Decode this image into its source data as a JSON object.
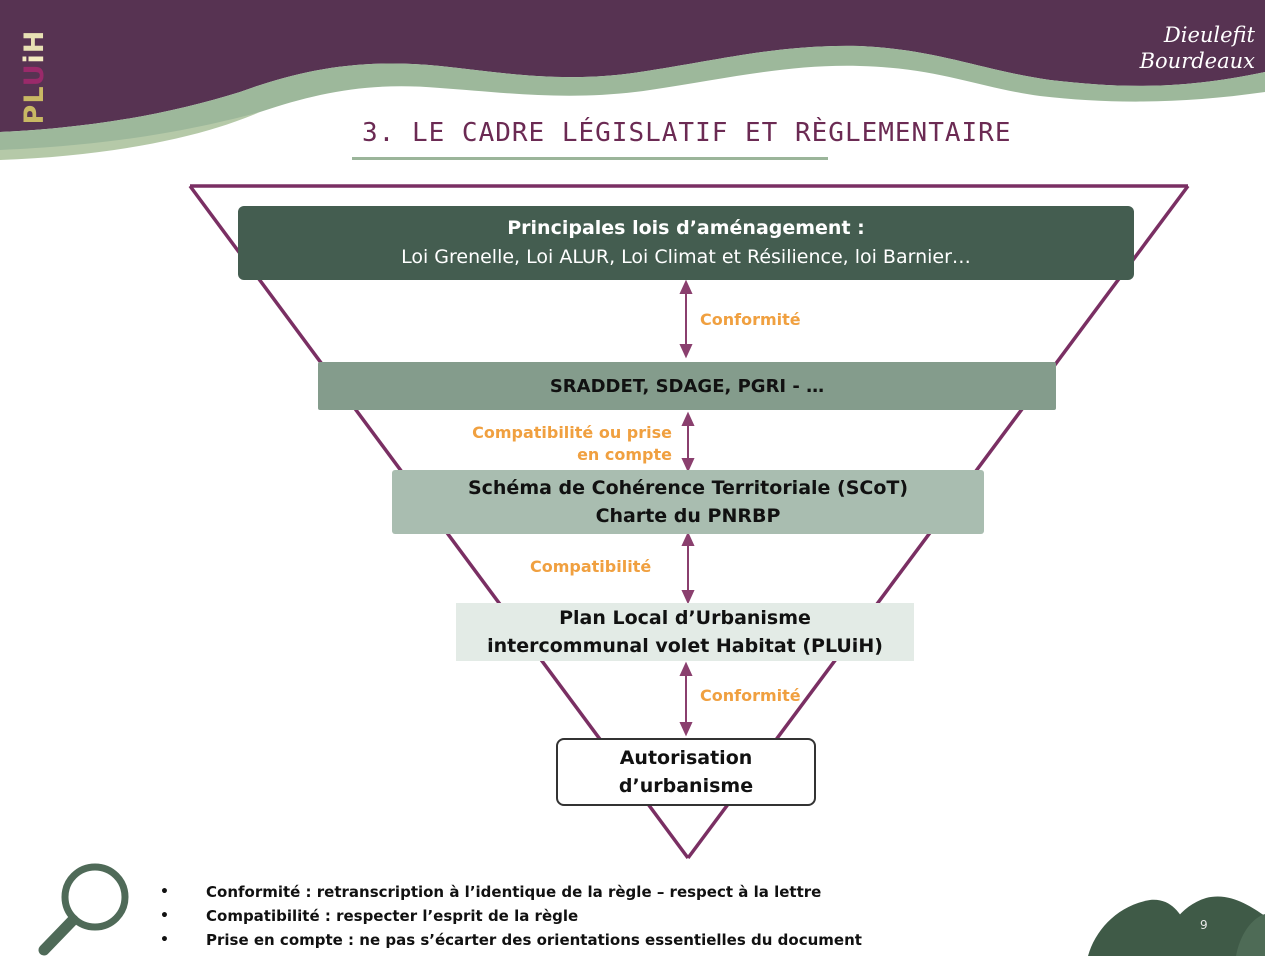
{
  "header": {
    "brand": {
      "p": "P",
      "l": "L",
      "u": "U",
      "i": "i",
      "h": "H"
    },
    "logo_line1": "Dieulefit",
    "logo_line2": "Bourdeaux",
    "title": "3. LE CADRE LÉGISLATIF ET RÈGLEMENTAIRE"
  },
  "levels": [
    {
      "line1": "Principales  lois d’aménagement  :",
      "line2": "Loi Grenelle, Loi ALUR, Loi Climat  et Résilience, loi Barnier…"
    },
    {
      "line1": "SRADDET, SDAGE, PGRI - …"
    },
    {
      "line1": "Schéma de Cohérence Territoriale (SCoT)",
      "line2": "Charte du PNRBP"
    },
    {
      "line1": "Plan Local d’Urbanisme",
      "line2": "intercommunal  volet Habitat (PLUiH)"
    },
    {
      "line1": "Autorisation",
      "line2": "d’urbanisme"
    }
  ],
  "relations": {
    "r1": "Conformité",
    "r2_line1": "Compatibilité ou prise",
    "r2_line2": "en compte",
    "r3": "Compatibilité",
    "r4": "Conformité"
  },
  "notes": [
    "Conformité :  retranscription à l’identique de la règle – respect  à la lettre",
    "Compatibilité : respecter l’esprit de la règle",
    "Prise en compte : ne pas s’écarter des orientations essentielles du document"
  ],
  "page_number": "9",
  "colors": {
    "header_purple": "#573352",
    "wave_green": "#9db89b",
    "triangle_line": "#7a2f63",
    "arrow": "#8a3f6e",
    "label_orange": "#f0a040",
    "box1": "#445d50",
    "box2": "#849c8c",
    "box3": "#a9bdb0",
    "box4": "#e3ebe6"
  }
}
